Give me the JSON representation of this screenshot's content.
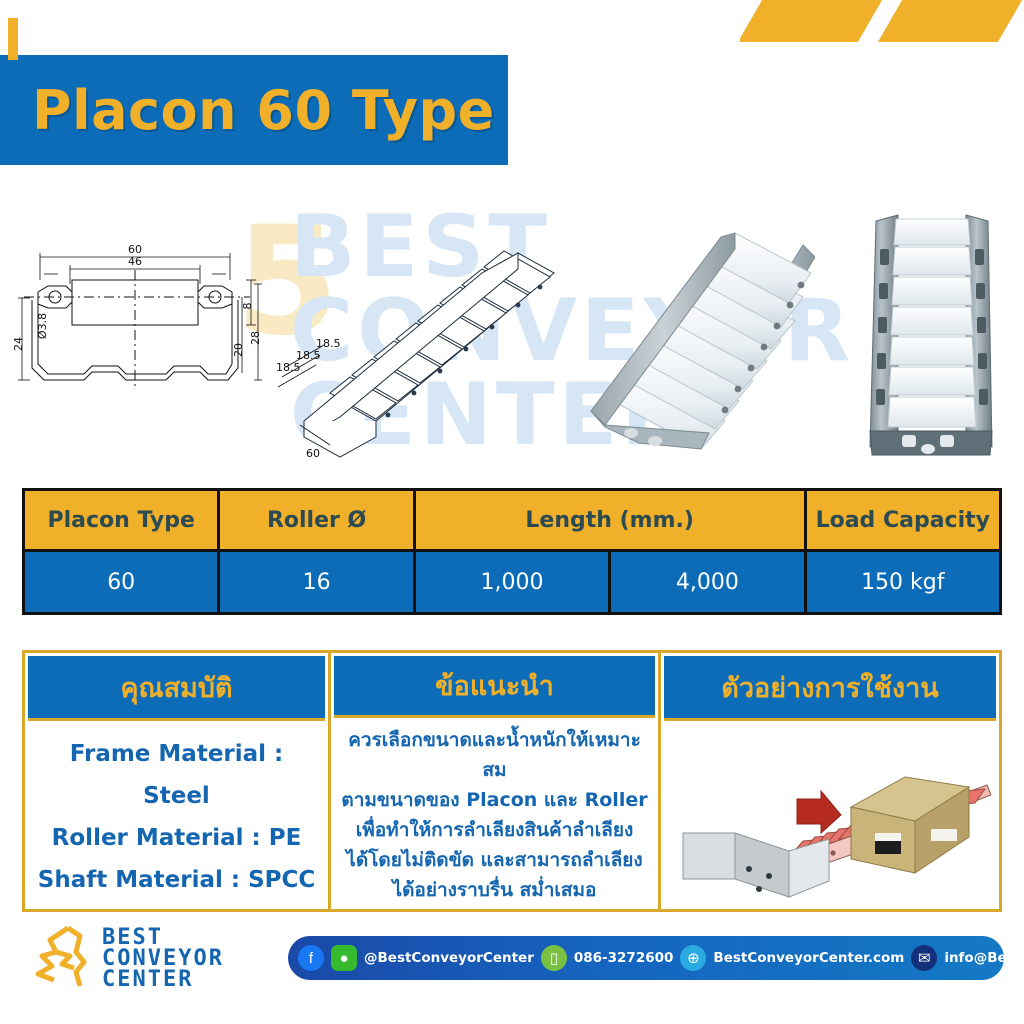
{
  "header": {
    "title": "Placon 60 Type",
    "stripe_color": "#f0b02a",
    "banner_color": "#0c6cb8"
  },
  "figures": {
    "watermark_text": "BEST CONVEYOR CENTER",
    "cross_section": {
      "name": "cross-section-drawing",
      "dimensions": {
        "overall_width": "60",
        "inner_width": "46",
        "overall_height": "24",
        "shaft_diameter": "Ø3.8",
        "top_offset": "8",
        "roller_height": "20",
        "frame_height": "28"
      }
    },
    "isometric": {
      "name": "isometric-drawing",
      "pitch_1": "18.5",
      "pitch_2": "18.5",
      "pitch_3": "18.5",
      "width": "60"
    },
    "photo_angle": "placon-roller-conveyor-angle-photo",
    "photo_front": "placon-roller-conveyor-front-photo"
  },
  "spec_table": {
    "columns": [
      "Placon Type",
      "Roller Ø",
      "Length (mm.)",
      "Load Capacity"
    ],
    "row": {
      "placon_type": "60",
      "roller_diameter": "16",
      "length_1": "1,000",
      "length_2": "4,000",
      "load_capacity": "150 kgf"
    },
    "header_bg": "#f0b02a",
    "header_text_color": "#2b4a52",
    "cell_bg": "#0c6cb8",
    "cell_text_color": "#ffffff"
  },
  "info": {
    "properties": {
      "heading": "คุณสมบัติ",
      "lines": [
        "Frame Material : Steel",
        "Roller Material : PE",
        "Shaft Material : SPCC"
      ]
    },
    "advice": {
      "heading": "ข้อแนะนำ",
      "lines": [
        "ควรเลือกขนาดและน้ำหนักให้เหมาะสม",
        "ตามขนาดของ Placon และ Roller",
        "เพื่อทำให้การลำเลียงสินค้าลำเลียง",
        "ได้โดยไม่ติดขัด และสามารถลำเลียง",
        "ได้อย่างราบรื่น สม่ำเสมอ"
      ]
    },
    "usage": {
      "heading": "ตัวอย่างการใช้งาน",
      "illustration": "box-on-roller-conveyor-illustration"
    }
  },
  "footer": {
    "logo": {
      "line1": "BEST",
      "line2": "CONVEYOR",
      "line3": "CENTER"
    },
    "contacts": [
      {
        "icon": "facebook-icon",
        "text": ""
      },
      {
        "icon": "line-icon",
        "text": "@BestConveyorCenter"
      },
      {
        "icon": "phone-icon",
        "text": "086-3272600"
      },
      {
        "icon": "globe-icon",
        "text": "BestConveyorCenter.com"
      },
      {
        "icon": "mail-icon",
        "text": "info@BestConveyorCenter.com"
      }
    ]
  }
}
